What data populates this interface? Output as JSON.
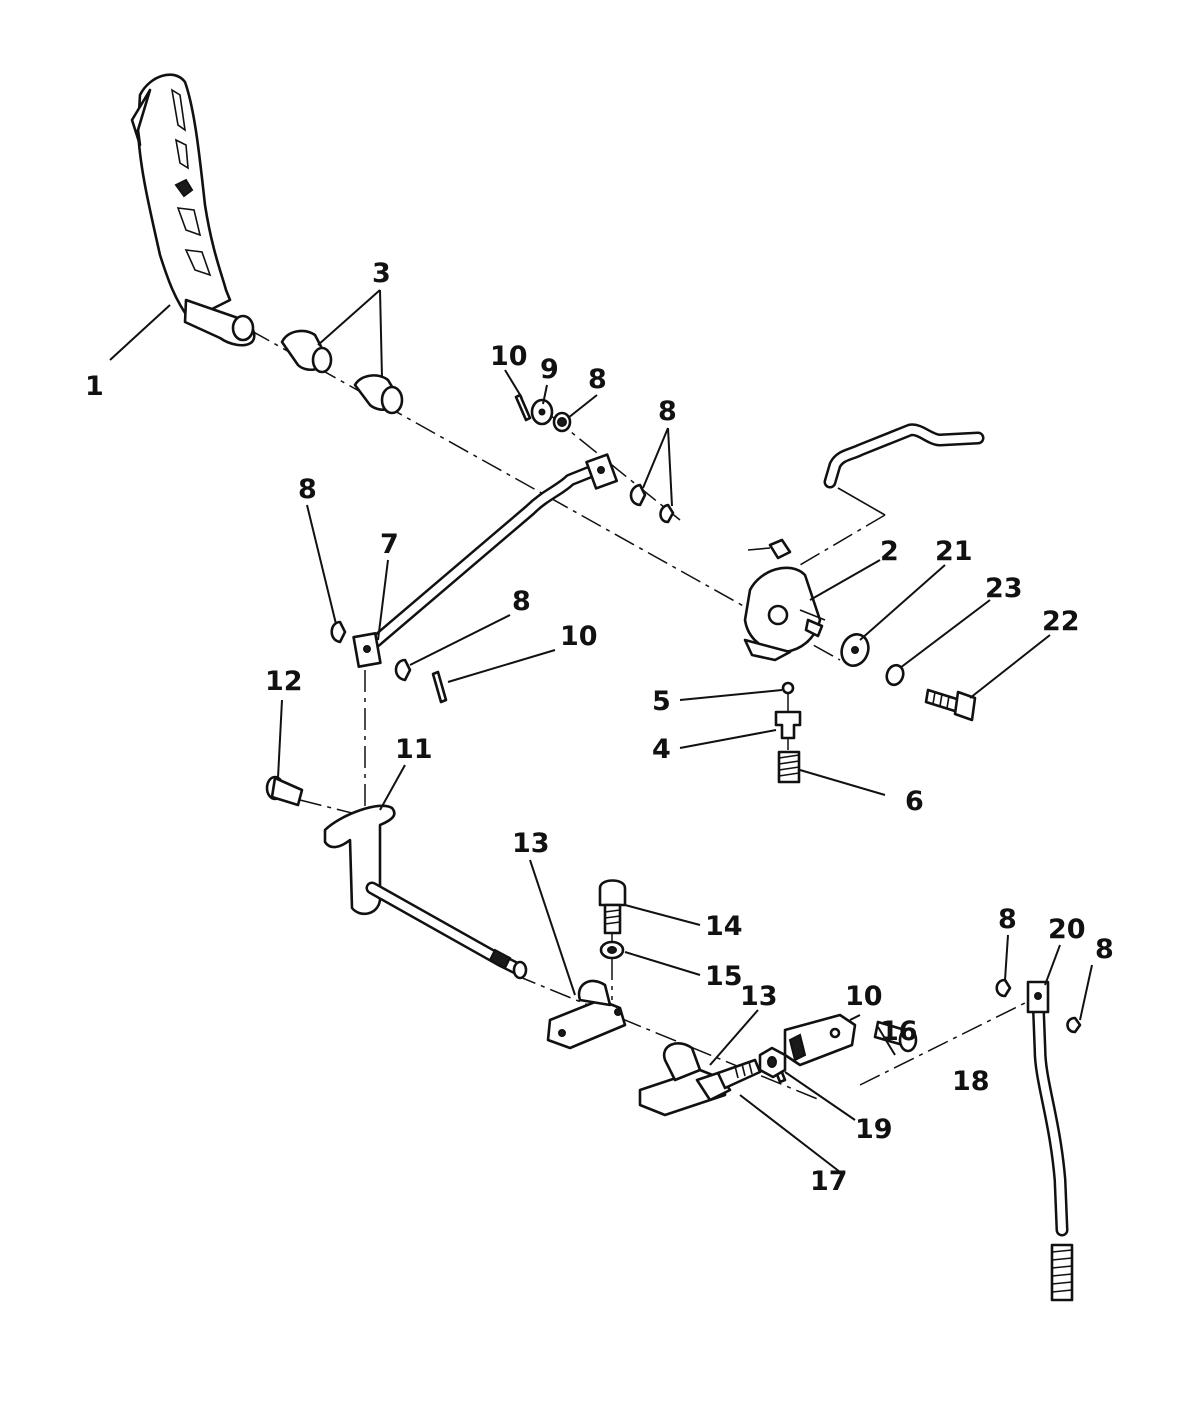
{
  "callouts": {
    "c1": "1",
    "c2": "2",
    "c3": "3",
    "c4": "4",
    "c5": "5",
    "c6": "6",
    "c7": "7",
    "c8a": "8",
    "c8b": "8",
    "c8c": "8",
    "c8d": "8",
    "c8e": "8",
    "c8f": "8",
    "c9": "9",
    "c10a": "10",
    "c10b": "10",
    "c10c": "10",
    "c11": "11",
    "c12": "12",
    "c13a": "13",
    "c13b": "13",
    "c14": "14",
    "c15": "15",
    "c16": "16",
    "c17": "17",
    "c18": "18",
    "c19": "19",
    "c20": "20",
    "c21": "21",
    "c22": "22",
    "c23": "23"
  }
}
